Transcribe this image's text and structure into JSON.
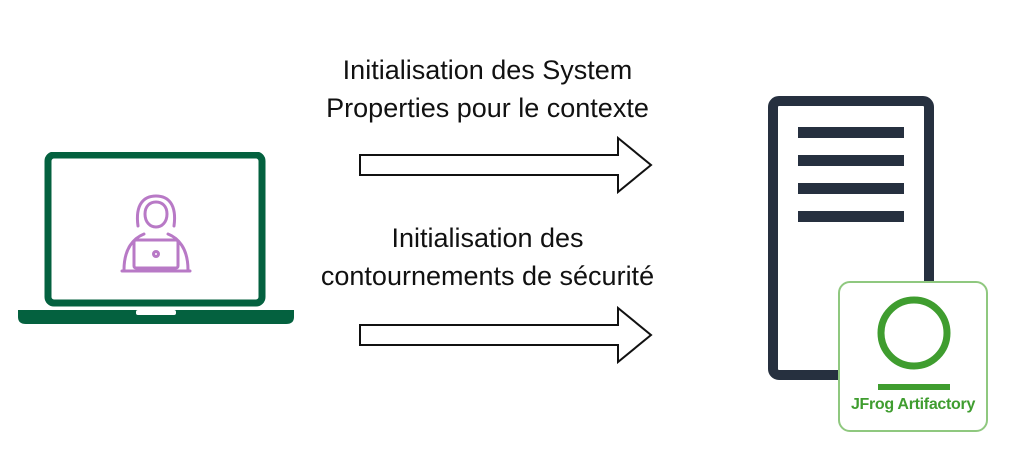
{
  "captions": {
    "first": {
      "line1": "Initialisation des System",
      "line2": "Properties pour le contexte"
    },
    "second": {
      "line1": "Initialisation des",
      "line2": "contournements de sécurité"
    }
  },
  "artifactory": {
    "label": "JFrog Artifactory"
  },
  "colors": {
    "laptop": "#04613f",
    "hacker": "#b879c6",
    "server": "#26303f",
    "artifactory_green": "#3f9d2f",
    "card_border": "#8fc87f",
    "arrow_outline": "#111111"
  },
  "icons": {
    "laptop": "laptop-icon",
    "hacker": "hooded-hacker-icon",
    "server": "server-tower-icon",
    "artifactory": "jfrog-artifactory-logo"
  }
}
